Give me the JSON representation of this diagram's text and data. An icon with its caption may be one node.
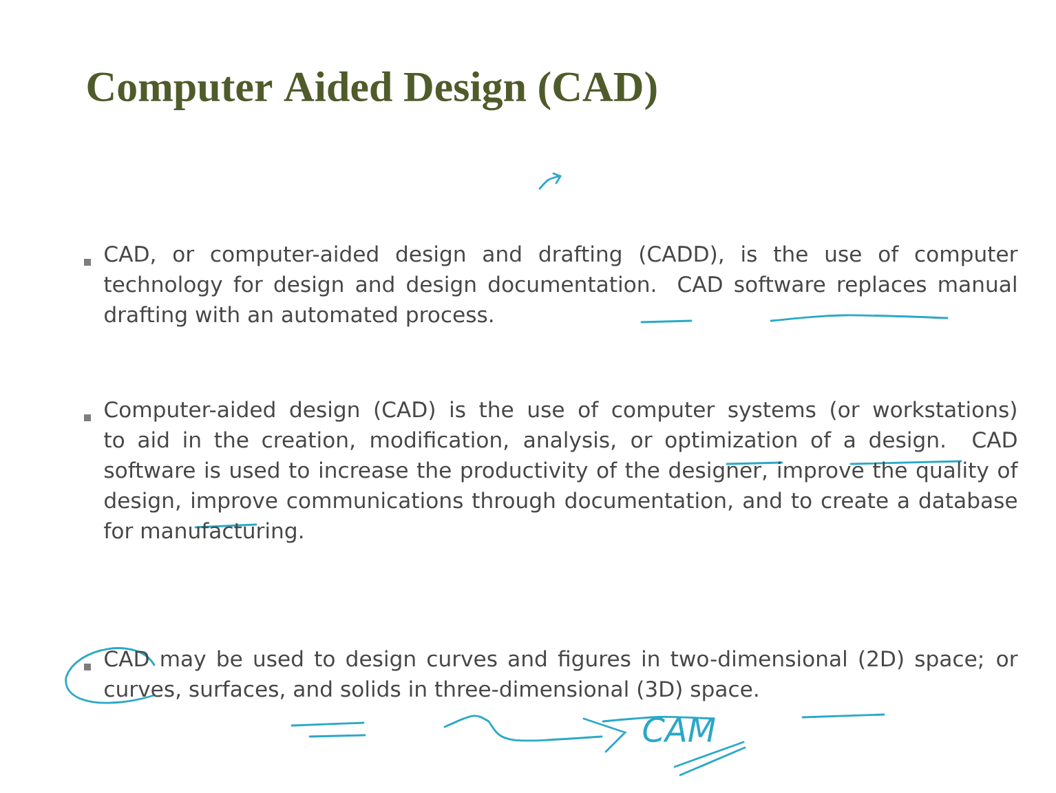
{
  "diagram": {
    "title": "Computer Aided Design (CAD)",
    "labels": [
      "CAD, or computer-aided design and drafting (CADD), is the use of computer technology for design and design documentation. CAD software replaces manual drafting with an automated process.",
      "Computer-aided design (CAD) is the use of computer systems (or workstations) to aid in the creation, modification, analysis, or optimization of a design. CAD software is used to increase the productivity of the designer, improve the quality of design, improve communications through documentation, and to create a database for manufacturing.",
      "CAD may be used to design curves and figures in two-dimensional (2D) space; or curves, surfaces, and solids in three-dimensional (3D) space.",
      "CAM"
    ]
  }
}
